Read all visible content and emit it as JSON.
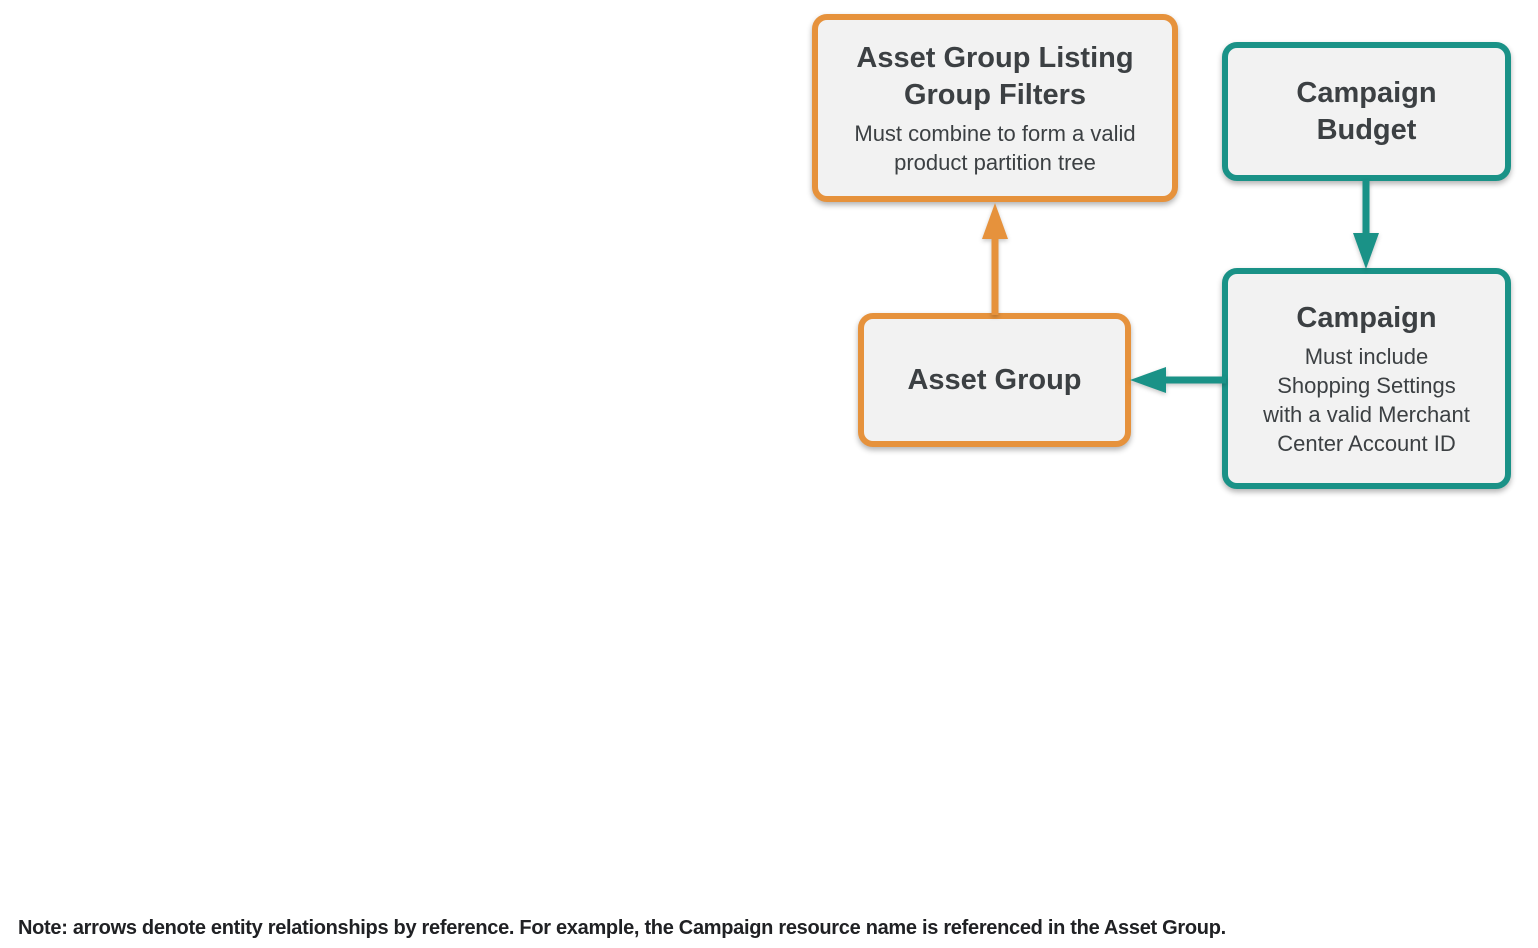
{
  "colors": {
    "orange_accent": "#E6923C",
    "teal_accent": "#1A9287",
    "node_background": "#F2F2F2",
    "node_text": "#3C4043",
    "note_text": "#202124"
  },
  "diagram": {
    "nodes": [
      {
        "id": "asset-group-listing-group-filters",
        "title": "Asset Group Listing Group Filters",
        "subtitle": "Must combine to form a valid product partition tree",
        "accent": "orange"
      },
      {
        "id": "campaign-budget",
        "title": "Campaign Budget",
        "accent": "teal"
      },
      {
        "id": "campaign",
        "title": "Campaign",
        "subtitle": "Must include Shopping Settings with a valid Merchant Center Account ID",
        "accent": "teal"
      },
      {
        "id": "asset-group",
        "title": "Asset Group",
        "accent": "orange"
      }
    ],
    "edges": [
      {
        "from": "asset-group",
        "to": "asset-group-listing-group-filters",
        "color": "orange",
        "direction": "up"
      },
      {
        "from": "campaign-budget",
        "to": "campaign",
        "color": "teal",
        "direction": "down"
      },
      {
        "from": "campaign",
        "to": "asset-group",
        "color": "teal",
        "direction": "left"
      }
    ]
  },
  "note": "Note: arrows denote entity relationships by reference. For example, the Campaign resource name is referenced in the Asset Group."
}
